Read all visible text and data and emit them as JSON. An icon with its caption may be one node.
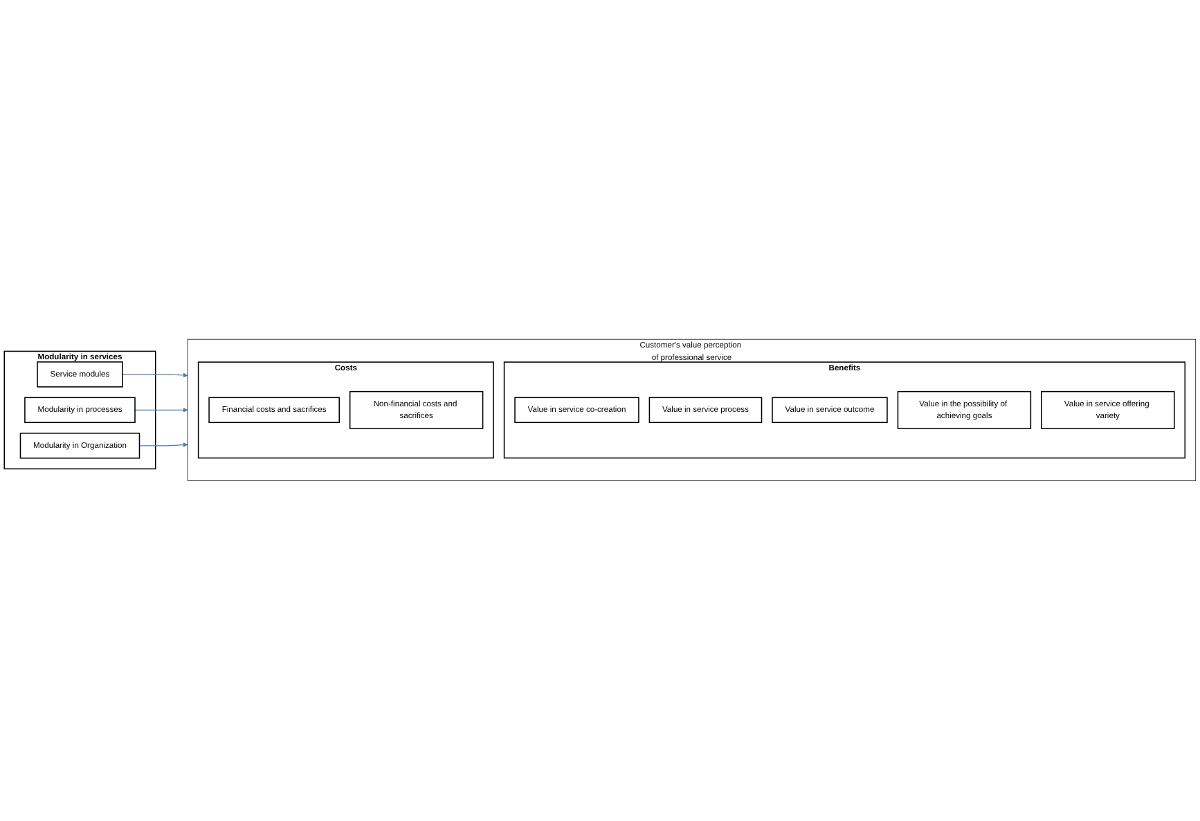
{
  "diagram": {
    "nodes": [
      {
        "text": [
          "Modularity in services"
        ]
      },
      {
        "text": [
          "Service modules"
        ],
        "in": 0
      },
      {
        "text": [
          "Modularity in processes"
        ],
        "in": 0
      },
      {
        "text": [
          "Modularity in Organization"
        ],
        "in": 0
      },
      {
        "text": [
          "Customer's value perception of professional service"
        ]
      },
      {
        "text": [
          "Benefits"
        ],
        "in": 4
      },
      {
        "text": [
          "Value in service co-creation"
        ],
        "in": 5
      },
      {
        "text": [
          "Value in service process"
        ],
        "in": 5
      },
      {
        "text": [
          "Value in service outcome"
        ],
        "in": 5
      },
      {
        "text": [
          "Value in the possibility of achieving goals"
        ],
        "in": 5
      },
      {
        "text": [
          "Value in service offering variety"
        ],
        "in": 5
      },
      {
        "text": [
          "Costs"
        ],
        "in": 4
      },
      {
        "text": [
          "Financial costs and sacrifices"
        ],
        "in": 11
      },
      {
        "text": [
          "Non-financial costs and sacrifices"
        ],
        "in": 11
      }
    ],
    "edges": [
      {
        "from": 1,
        "to": 4,
        "arrow": "to"
      },
      {
        "from": 2,
        "to": 4,
        "arrow": "to"
      },
      {
        "from": 3,
        "to": 4,
        "arrow": "to"
      }
    ]
  }
}
